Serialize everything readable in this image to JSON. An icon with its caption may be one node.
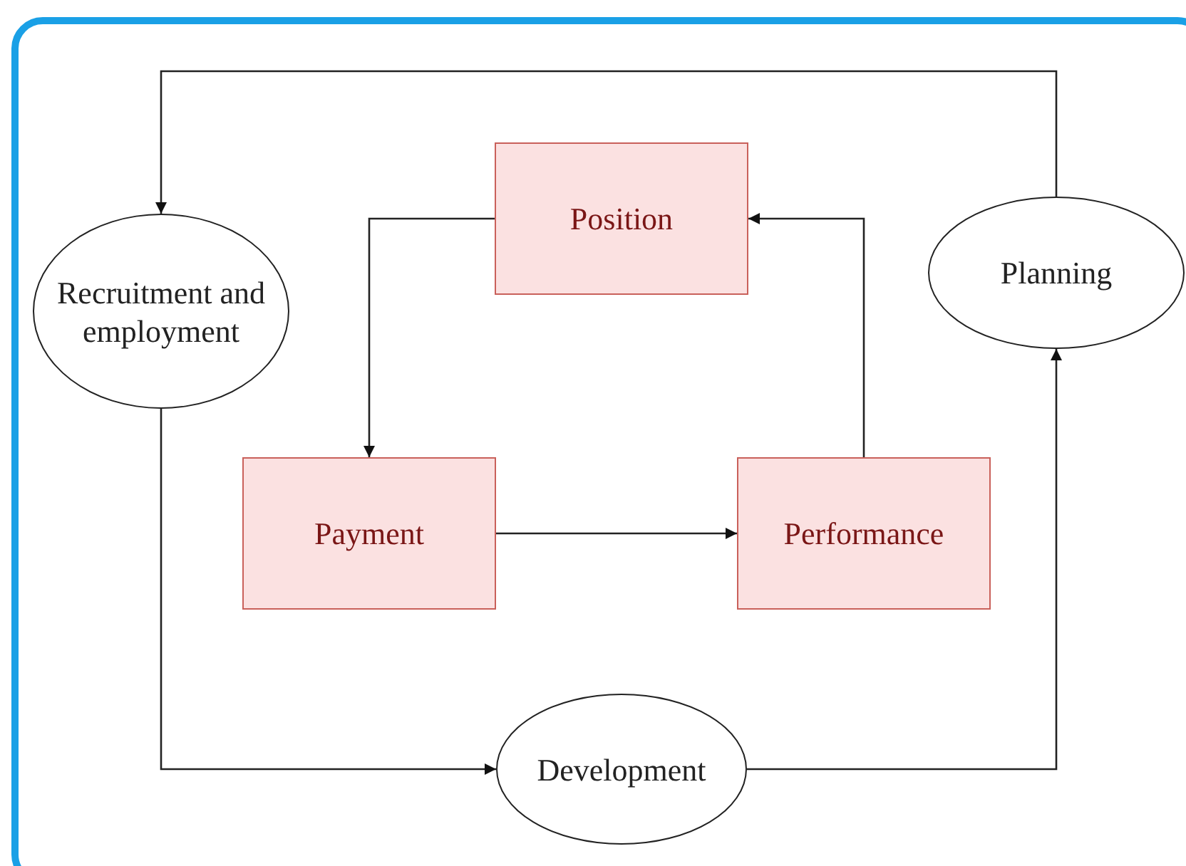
{
  "diagram": {
    "nodes": [
      {
        "text": [
          "Position"
        ]
      },
      {
        "text": [
          "Recruitment and employment"
        ]
      },
      {
        "text": [
          "Planning"
        ]
      },
      {
        "text": [
          "Payment"
        ]
      },
      {
        "text": [
          "Performance"
        ]
      },
      {
        "text": [
          "Development"
        ]
      }
    ],
    "edges": [
      {
        "from": 0,
        "to": 3,
        "arrow": "to"
      },
      {
        "from": 3,
        "to": 4,
        "arrow": "to"
      },
      {
        "from": 4,
        "to": 0,
        "arrow": "to"
      },
      {
        "from": 2,
        "to": 1,
        "arrow": "to"
      },
      {
        "from": 1,
        "to": 5,
        "arrow": "to"
      },
      {
        "from": 5,
        "to": 2,
        "arrow": "to"
      }
    ]
  }
}
